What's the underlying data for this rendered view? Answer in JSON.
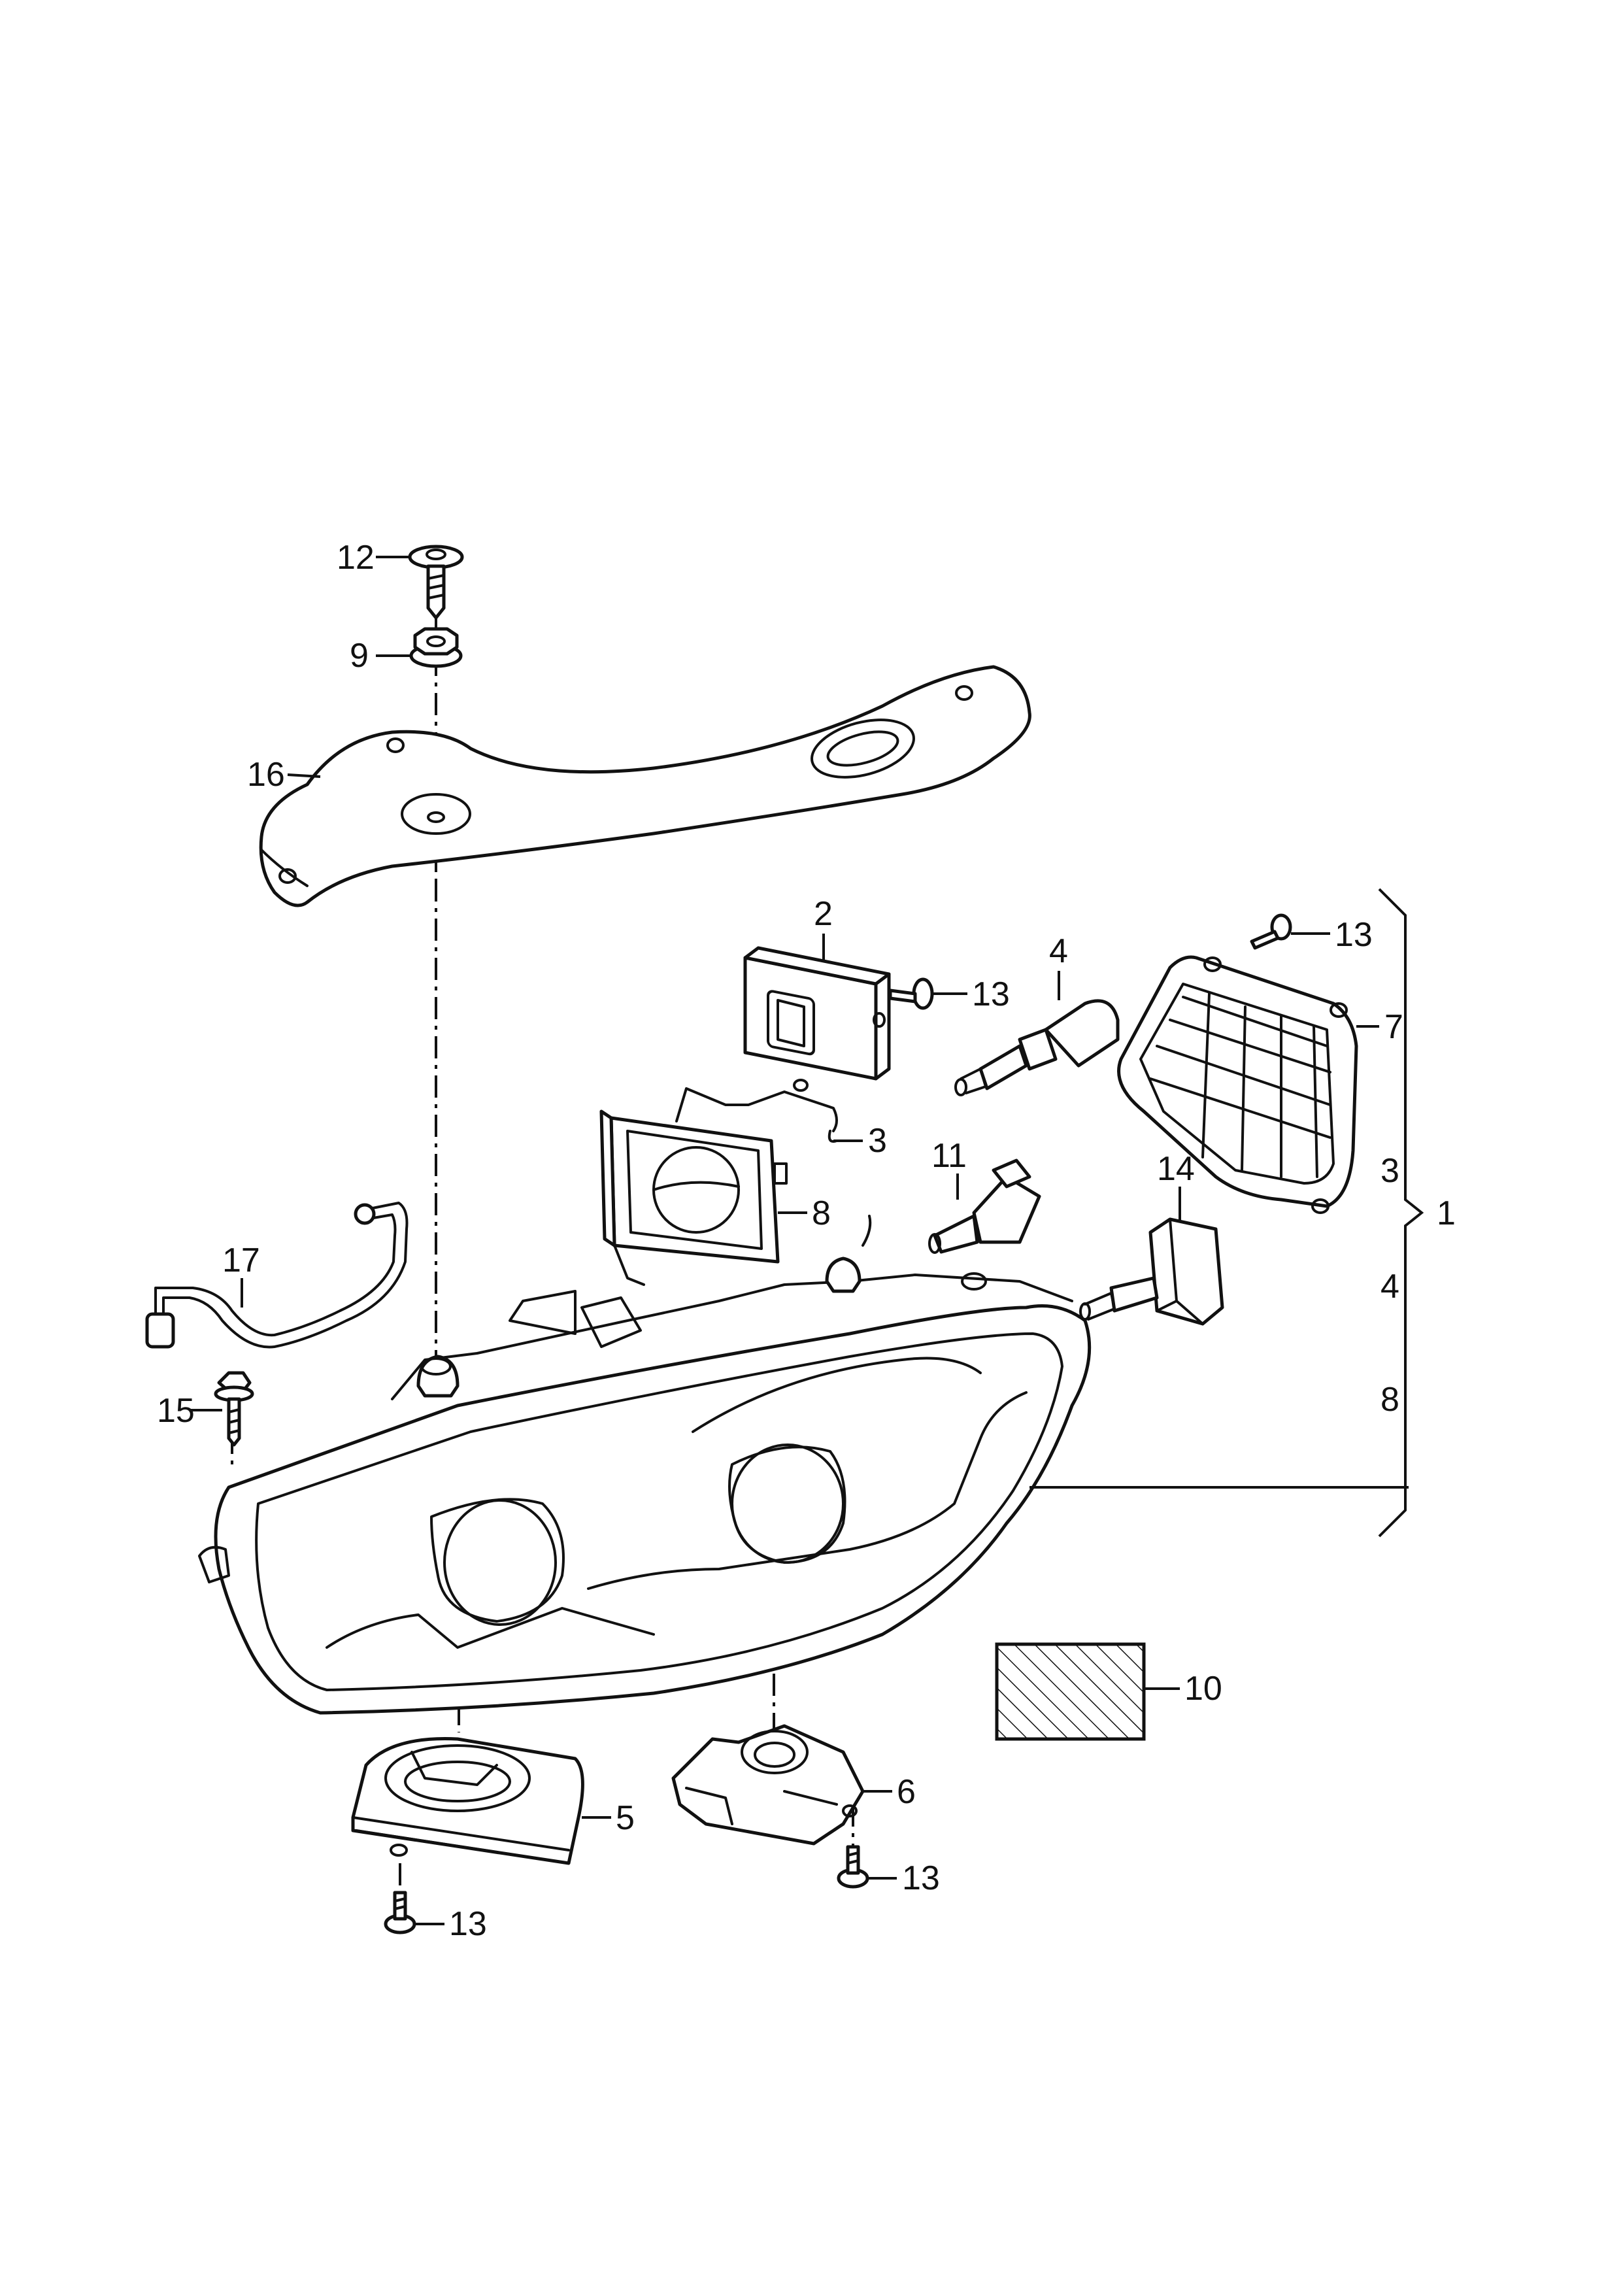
{
  "diagram": {
    "callouts": {
      "c1": "1",
      "c2": "2",
      "c3": "3",
      "c4": "4",
      "c5": "5",
      "c6": "6",
      "c7": "7",
      "c8": "8",
      "c9": "9",
      "c10": "10",
      "c11": "11",
      "c12": "12",
      "c13a": "13",
      "c13b": "13",
      "c13c": "13",
      "c13d": "13",
      "c14": "14",
      "c15": "15",
      "c16": "16",
      "c17": "17"
    },
    "bracket_items": [
      "3",
      "4",
      "8"
    ]
  }
}
